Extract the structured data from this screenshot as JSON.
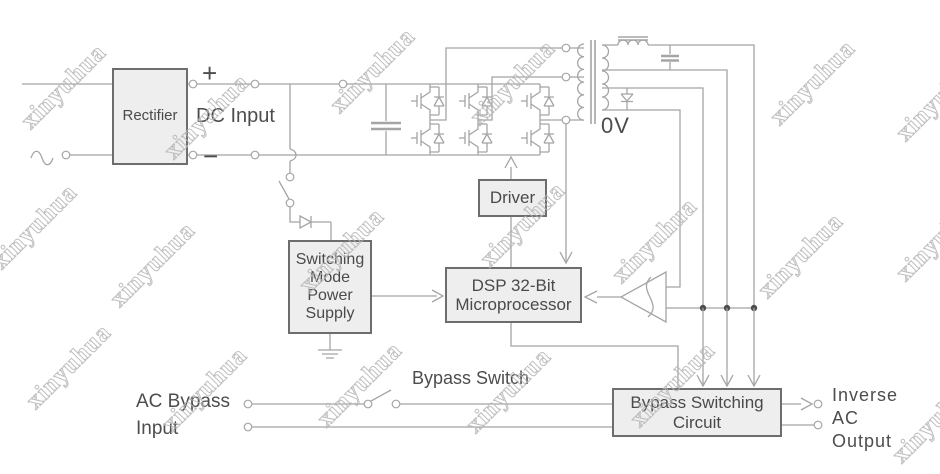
{
  "blocks": {
    "rectifier": "Rectifier",
    "driver": "Driver",
    "dsp": [
      "DSP 32-Bit",
      "Microprocessor"
    ],
    "smps": [
      "Switching",
      "Mode",
      "Power",
      "Supply"
    ],
    "bypass_circuit": [
      "Bypass Switching",
      "Circuit"
    ]
  },
  "labels": {
    "plus": "+",
    "minus": "−",
    "dc_input": "DC Input",
    "zero_v": "0V",
    "bypass_switch": "Bypass Switch",
    "ac_bypass_input": [
      "AC Bypass",
      "Input"
    ],
    "inverse_ac_output": [
      "Inverse",
      "AC",
      "Output"
    ]
  },
  "watermark": "xinyuhua",
  "icons": [
    "ac-source-icon",
    "terminal-circle",
    "igbt-icon",
    "dc-bus-capacitor-icon",
    "transformer-icon",
    "output-inductor-icon",
    "filter-capacitor-icon",
    "diode-icon",
    "zener-diode-icon",
    "ground-icon",
    "disconnect-switch-icon",
    "bypass-switch-icon",
    "comparator-adc-icon",
    "junction-dot",
    "arrowhead"
  ],
  "colors": {
    "wire": "#a5a5a5",
    "box_border": "#6d6d6d",
    "box_fill": "#eeeeee",
    "text": "#4d4d4d",
    "watermark": "#b5b5b5"
  }
}
